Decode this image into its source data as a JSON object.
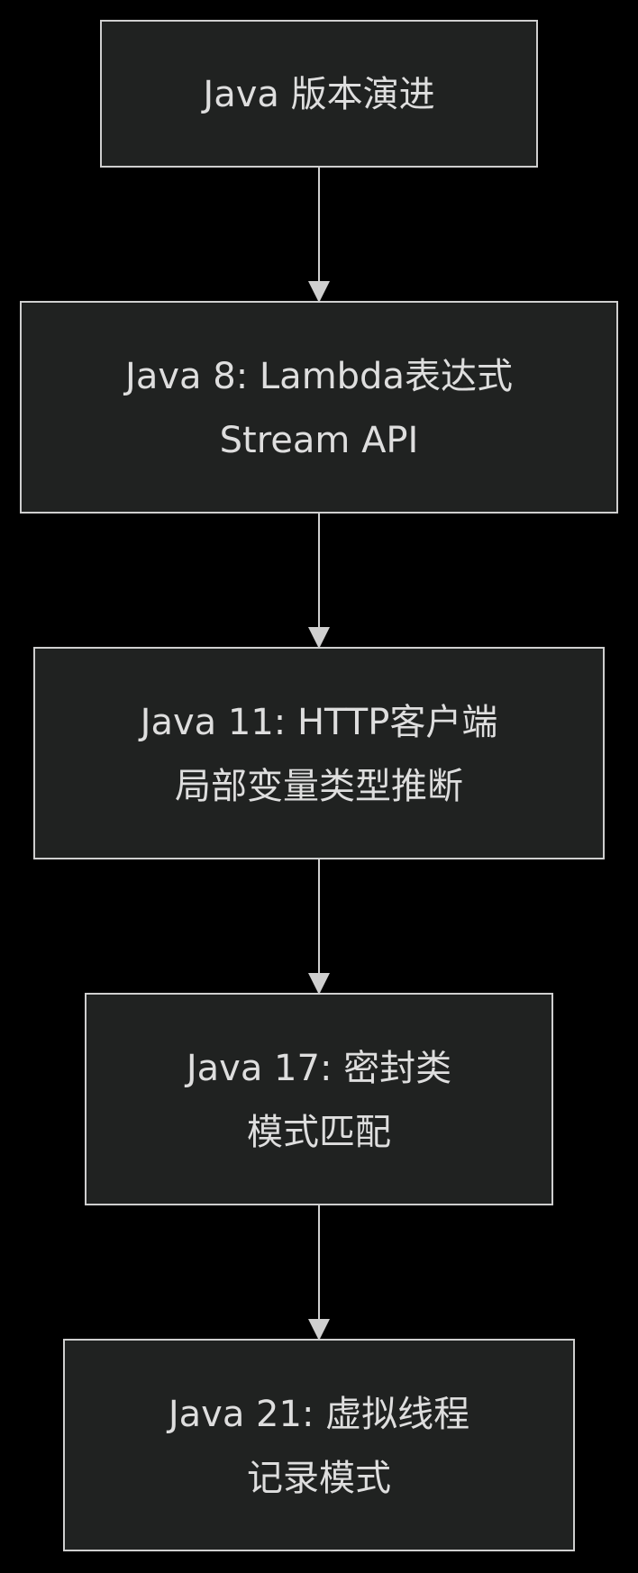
{
  "nodes": [
    {
      "id": "root",
      "lines": [
        "Java 版本演进"
      ]
    },
    {
      "id": "java8",
      "lines": [
        "Java 8: Lambda表达式",
        "Stream API"
      ]
    },
    {
      "id": "java11",
      "lines": [
        "Java 11: HTTP客户端",
        "局部变量类型推断"
      ]
    },
    {
      "id": "java17",
      "lines": [
        "Java 17: 密封类",
        "模式匹配"
      ]
    },
    {
      "id": "java21",
      "lines": [
        "Java 21: 虚拟线程",
        "记录模式"
      ]
    }
  ],
  "edges": [
    {
      "from": "root",
      "to": "java8"
    },
    {
      "from": "java8",
      "to": "java11"
    },
    {
      "from": "java11",
      "to": "java17"
    },
    {
      "from": "java17",
      "to": "java21"
    }
  ],
  "colors": {
    "background": "#000000",
    "node_fill": "#202221",
    "node_stroke": "#cfcfcf",
    "text": "#dedede",
    "edge": "#cfcfcf"
  }
}
